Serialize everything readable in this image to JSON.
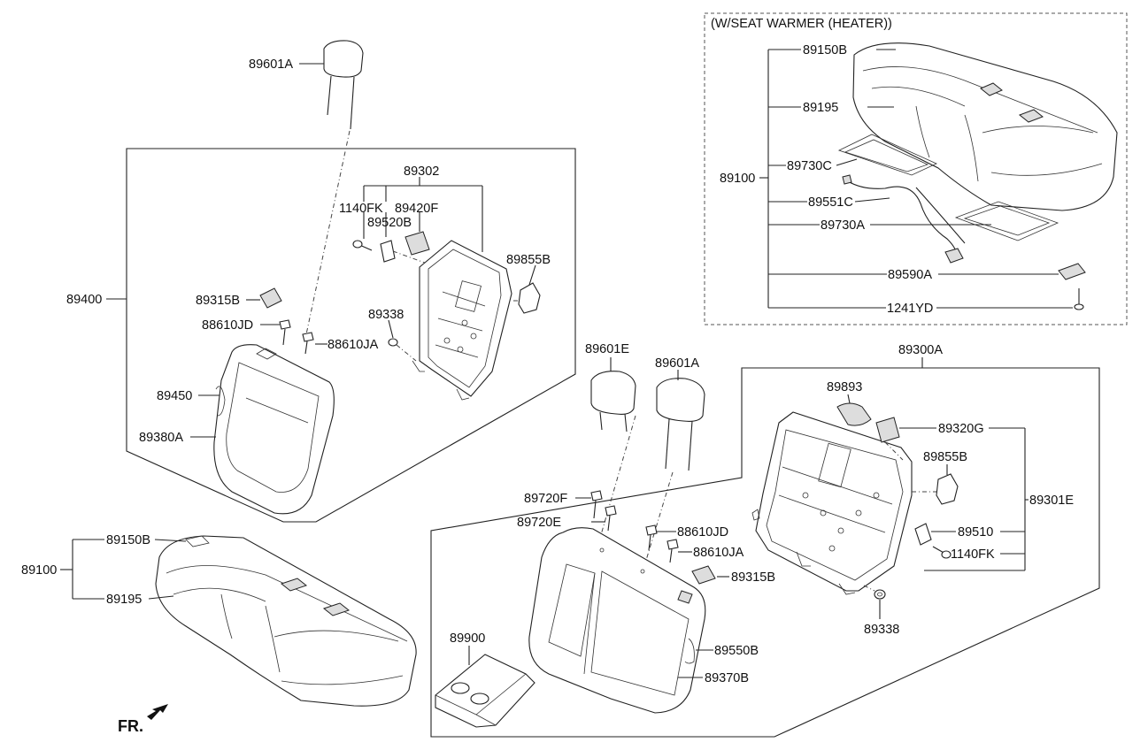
{
  "heater_box": {
    "title": "(W/SEAT WARMER (HEATER))"
  },
  "labels": {
    "l_89601A_top": "89601A",
    "l_89302": "89302",
    "l_1140FK_top": "1140FK",
    "l_89420F": "89420F",
    "l_89520B": "89520B",
    "l_89855B_top": "89855B",
    "l_89400": "89400",
    "l_89315B_top": "89315B",
    "l_88610JD_top": "88610JD",
    "l_89338_top": "89338",
    "l_88610JA_top": "88610JA",
    "l_89450": "89450",
    "l_89380A": "89380A",
    "l_89150B_hb": "89150B",
    "l_89195_hb": "89195",
    "l_89730C": "89730C",
    "l_89100_hb": "89100",
    "l_89551C": "89551C",
    "l_89730A": "89730A",
    "l_89590A": "89590A",
    "l_1241YD": "1241YD",
    "l_89300A": "89300A",
    "l_89601E": "89601E",
    "l_89601A_mid": "89601A",
    "l_89893": "89893",
    "l_89320G": "89320G",
    "l_89855B_r": "89855B",
    "l_89301E": "89301E",
    "l_89510": "89510",
    "l_1140FK_r": "1140FK",
    "l_89338_r": "89338",
    "l_89720F": "89720F",
    "l_89720E": "89720E",
    "l_88610JD_r": "88610JD",
    "l_88610JA_r": "88610JA",
    "l_89315B_r": "89315B",
    "l_89550B": "89550B",
    "l_89370B": "89370B",
    "l_89900": "89900",
    "l_89150B_bl": "89150B",
    "l_89100_bl": "89100",
    "l_89195_bl": "89195",
    "fr": "FR."
  }
}
